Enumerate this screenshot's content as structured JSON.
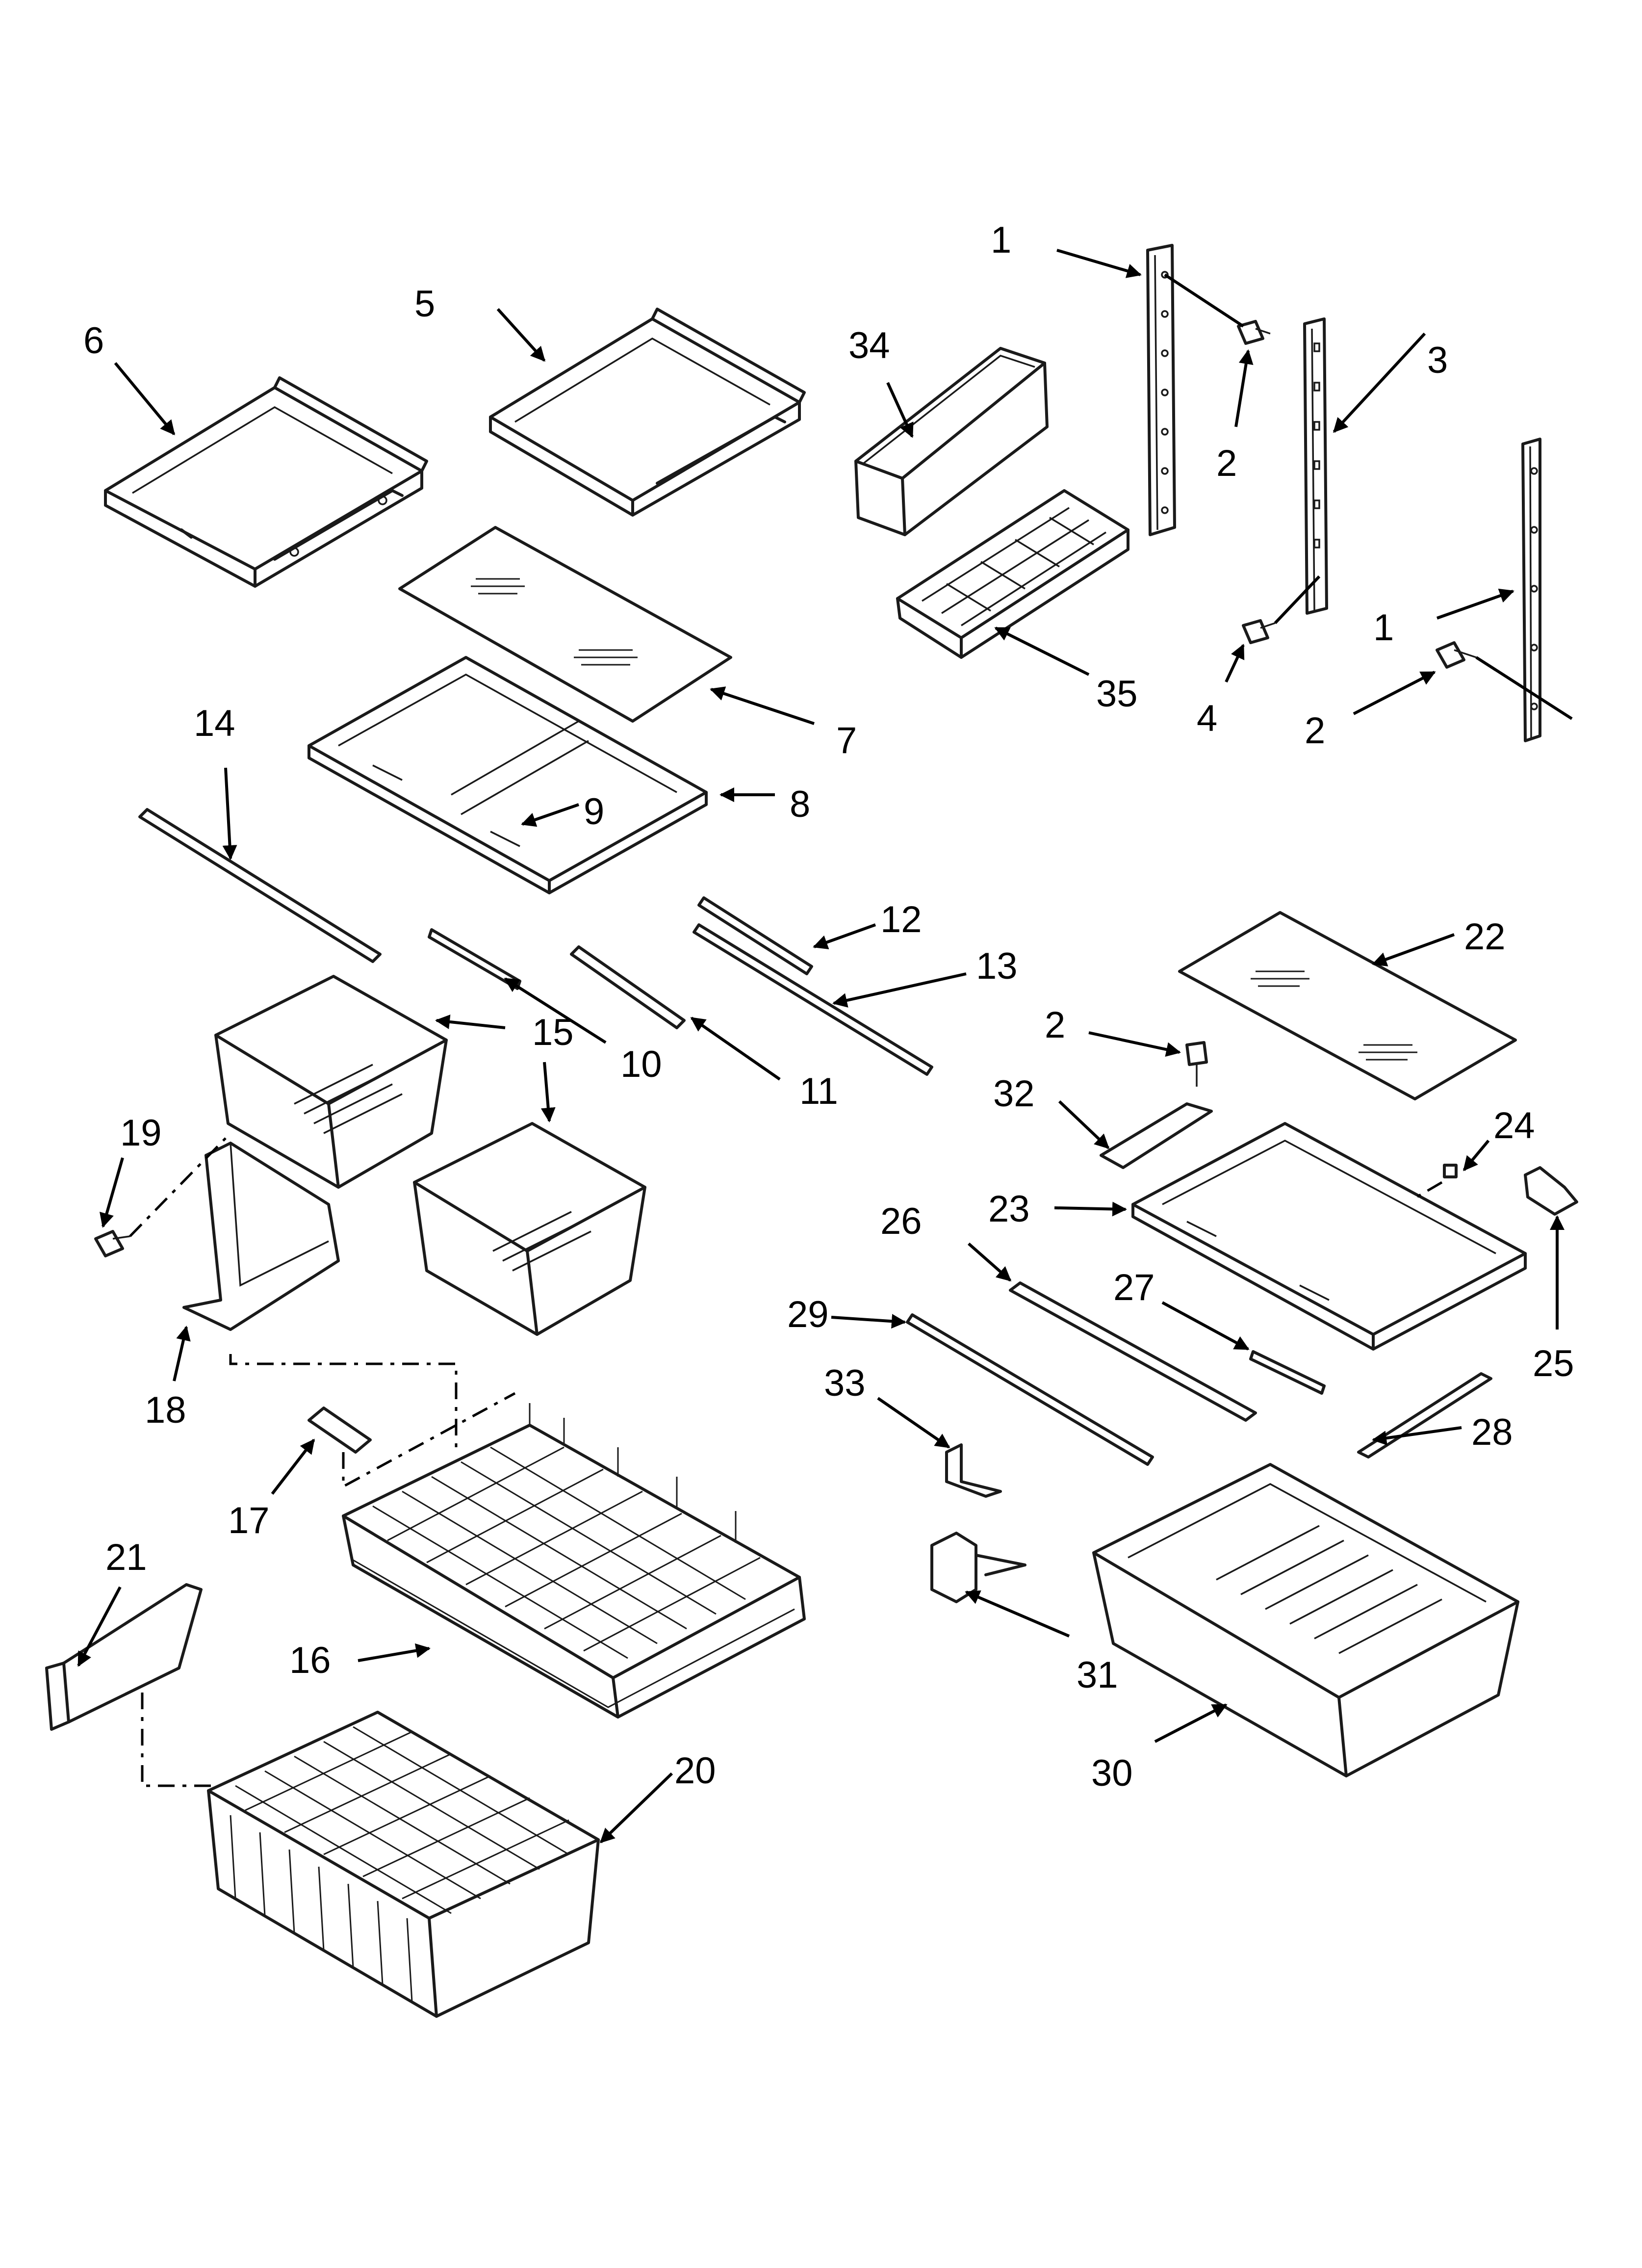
{
  "labels": {
    "p1a": "1",
    "p1b": "1",
    "p2a": "2",
    "p2b": "2",
    "p2c": "2",
    "p3": "3",
    "p4": "4",
    "p5": "5",
    "p6": "6",
    "p7": "7",
    "p8": "8",
    "p9": "9",
    "p10": "10",
    "p11": "11",
    "p12": "12",
    "p13": "13",
    "p14": "14",
    "p15a": "15",
    "p15b": "15",
    "p16": "16",
    "p17": "17",
    "p18": "18",
    "p19": "19",
    "p20": "20",
    "p21": "21",
    "p22": "22",
    "p23": "23",
    "p24": "24",
    "p25": "25",
    "p26": "26",
    "p27": "27",
    "p28": "28",
    "p29": "29",
    "p30": "30",
    "p31": "31",
    "p32": "32",
    "p33": "33",
    "p34": "34",
    "p35": "35"
  }
}
